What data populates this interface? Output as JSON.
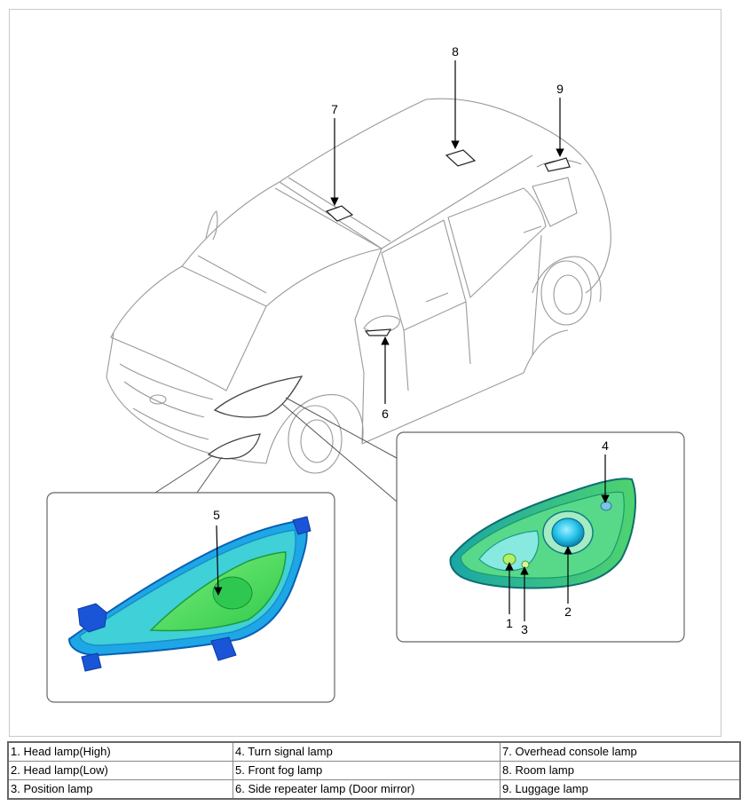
{
  "callouts": {
    "c1": "1",
    "c2": "2",
    "c3": "3",
    "c4": "4",
    "c5": "5",
    "c6": "6",
    "c7": "7",
    "c8": "8",
    "c9": "9"
  },
  "legend": {
    "rows": [
      [
        "1. Head lamp(High)",
        "4. Turn signal lamp",
        "7. Overhead console lamp"
      ],
      [
        "2. Head lamp(Low)",
        "5. Front fog lamp",
        "8. Room lamp"
      ],
      [
        "3. Position lamp",
        "6. Side repeater lamp (Door mirror)",
        "9. Luggage lamp"
      ]
    ]
  },
  "colors": {
    "line": "#9a9a9a",
    "lamp_green": "#4ee04e",
    "lamp_cyan": "#35c4d9",
    "lamp_blue": "#1a55d8"
  }
}
